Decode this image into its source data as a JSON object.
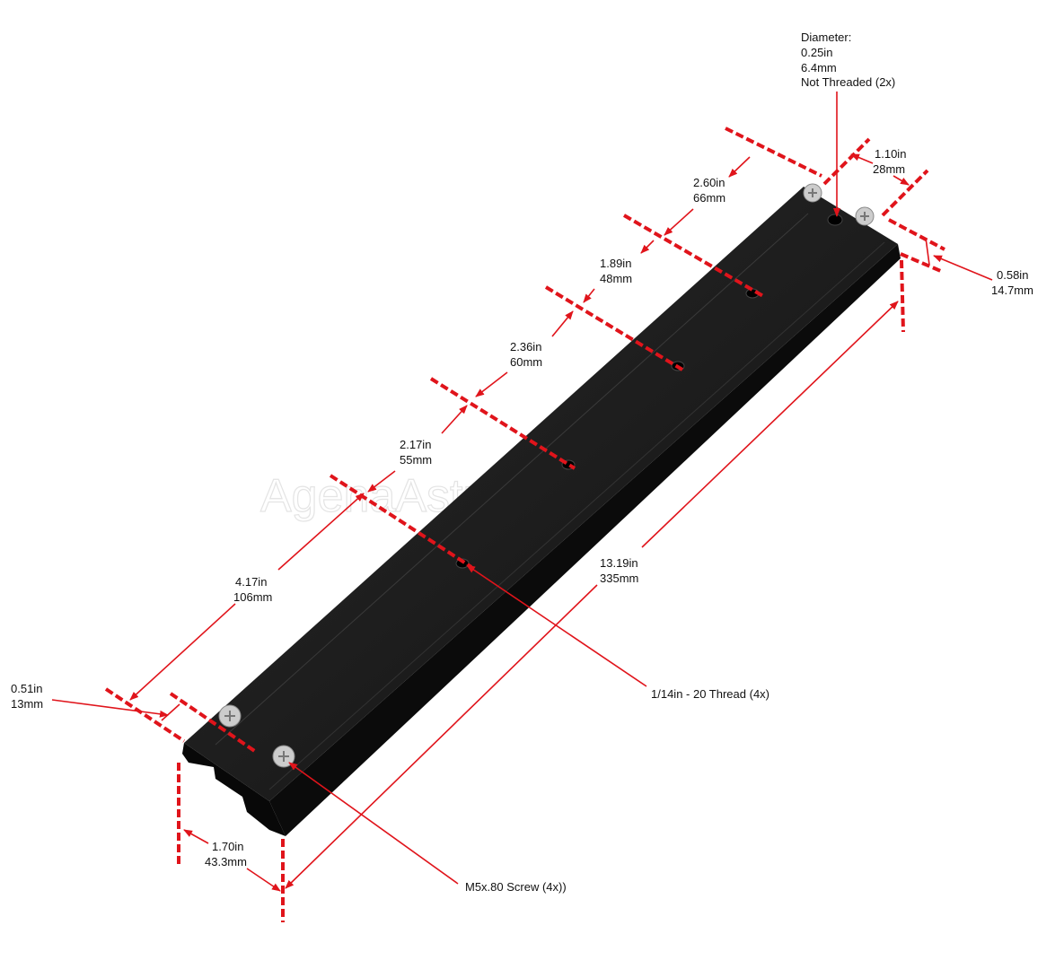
{
  "watermark": "AgenaAstro",
  "colors": {
    "dimension": "#e0141b",
    "rail": "#141414"
  },
  "labels": {
    "diameter": {
      "l1": "Diameter:",
      "l2": "0.25in",
      "l3": "6.4mm",
      "l4": "Not Threaded (2x)"
    },
    "d110": {
      "in": "1.10in",
      "mm": "28mm"
    },
    "d260": {
      "in": "2.60in",
      "mm": "66mm"
    },
    "d189": {
      "in": "1.89in",
      "mm": "48mm"
    },
    "d058": {
      "in": "0.58in",
      "mm": "14.7mm"
    },
    "d236": {
      "in": "2.36in",
      "mm": "60mm"
    },
    "d217": {
      "in": "2.17in",
      "mm": "55mm"
    },
    "d1319": {
      "in": "13.19in",
      "mm": "335mm"
    },
    "d417": {
      "in": "4.17in",
      "mm": "106mm"
    },
    "d051": {
      "in": "0.51in",
      "mm": "13mm"
    },
    "d170": {
      "in": "1.70in",
      "mm": "43.3mm"
    },
    "thread": "1/14in - 20 Thread (4x)",
    "screw": "M5x.80 Screw (4x))"
  }
}
